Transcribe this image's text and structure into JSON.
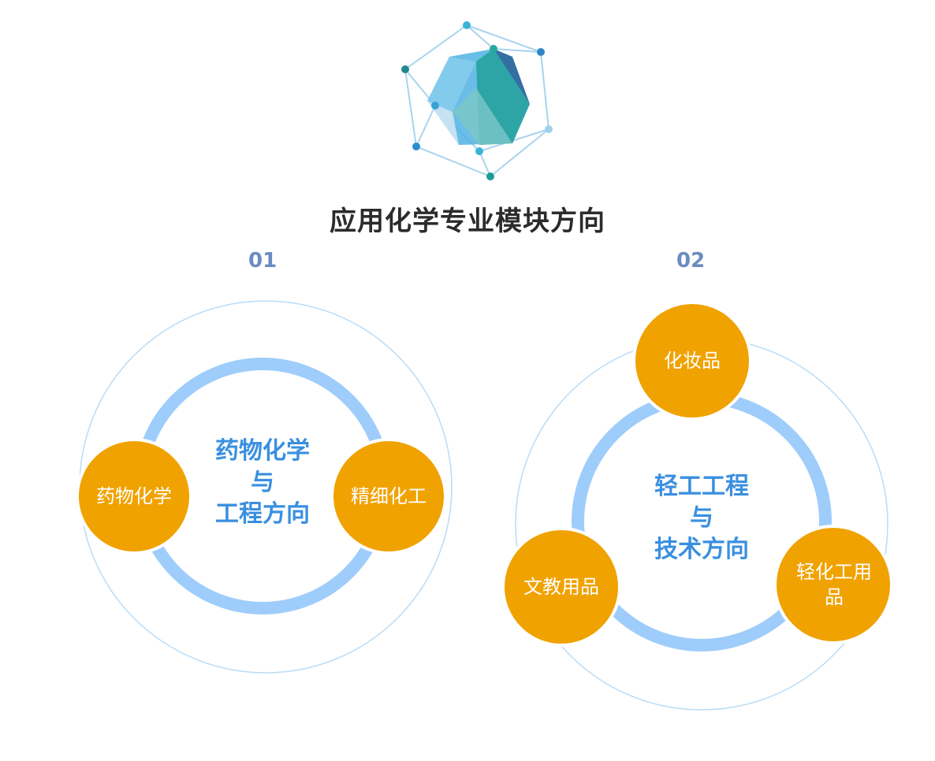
{
  "title": "应用化学专业模块方向",
  "modules": [
    {
      "number": "01",
      "center_lines": [
        "药物化学",
        "与",
        "工程方向"
      ],
      "bubbles": [
        "药物化学",
        "精细化工"
      ]
    },
    {
      "number": "02",
      "center_lines": [
        "轻工工程",
        "与",
        "技术方向"
      ],
      "bubbles": [
        "化妆品",
        "文教用品",
        "轻化工用品"
      ]
    }
  ],
  "colors": {
    "bubble": "#f0a200",
    "ring": "#9fcdfb",
    "outer_ring": "#b9dcf6",
    "center_text": "#3a8fe0",
    "number": "#6a8cc0"
  },
  "icons": [
    "polyhedron-network-icon"
  ]
}
